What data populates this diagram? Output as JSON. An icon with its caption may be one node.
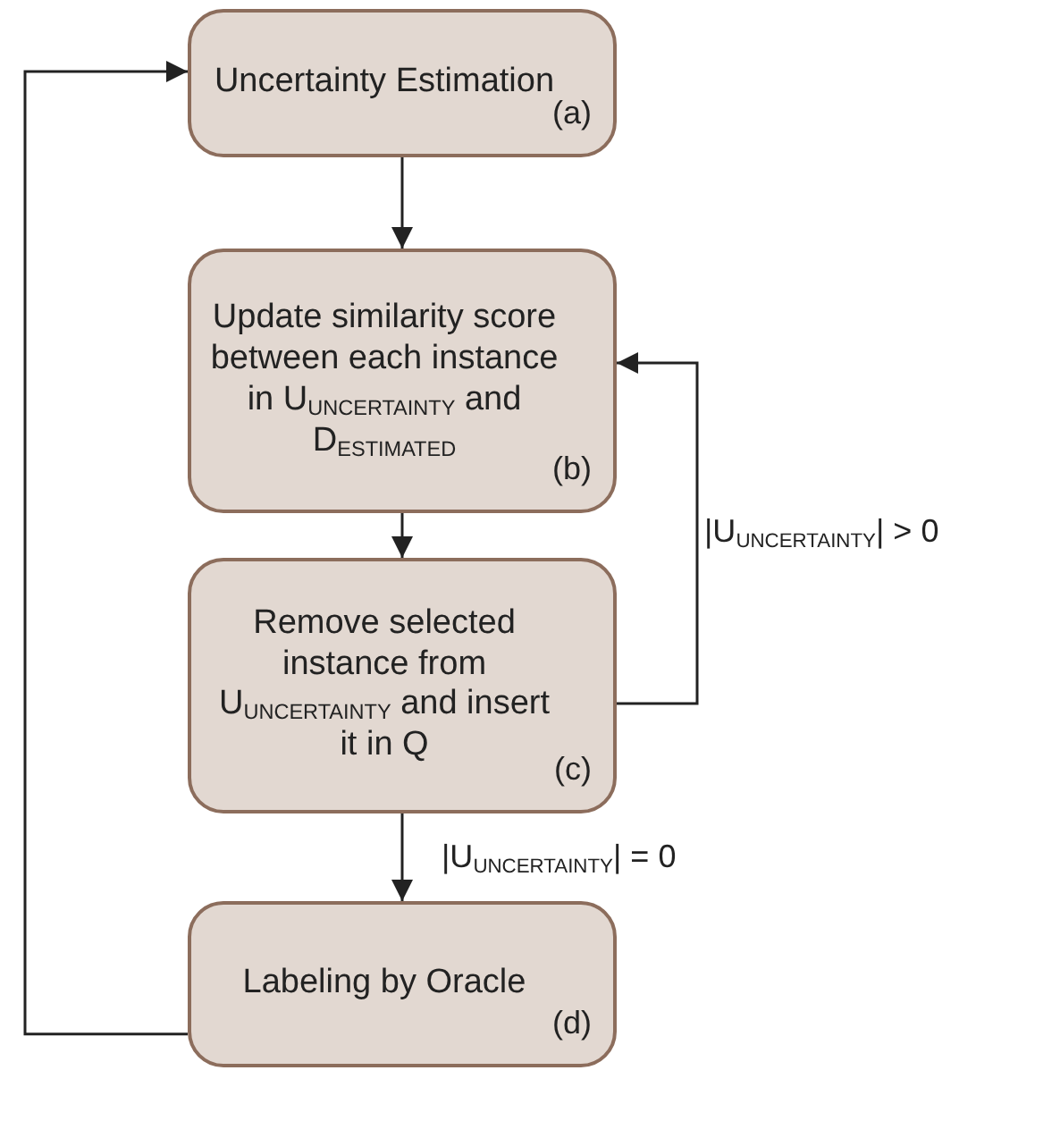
{
  "diagram": {
    "nodes": [
      {
        "text": [
          "Uncertainty Estimation",
          "(a)"
        ]
      },
      {
        "text": [
          "Update similarity score between each instance in U$_{UNCERTAINTY}$ and D$_{ESTIMATED}$",
          "(b)"
        ]
      },
      {
        "text": [
          "Remove selected instance from U$_{UNCERTAINTY}$ and insert it in Q",
          "(c)"
        ]
      },
      {
        "text": [
          "Labeling by Oracle",
          "(d)"
        ]
      }
    ],
    "edges": [
      {
        "from": 0,
        "to": 1,
        "arrow": "to"
      },
      {
        "from": 1,
        "to": 2,
        "arrow": "to"
      },
      {
        "from": 2,
        "to": 3,
        "arrow": "to",
        "label": "|U$_{UNCERTAINTY}$| = 0"
      },
      {
        "from": 2,
        "to": 1,
        "arrow": "to",
        "label": "|U$_{UNCERTAINTY}$| > 0"
      },
      {
        "from": 3,
        "to": 0,
        "arrow": "to"
      }
    ]
  }
}
